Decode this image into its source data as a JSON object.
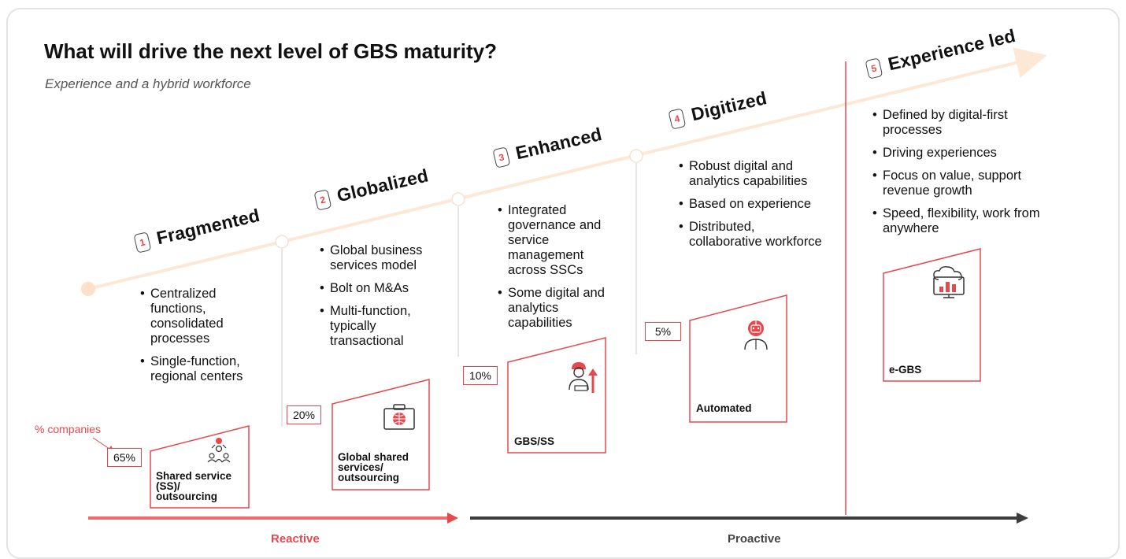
{
  "title": "What will drive the next level of GBS maturity?",
  "subtitle": "Experience and a hybrid workforce",
  "percent_label": "% companies",
  "colors": {
    "accent": "#e5484d",
    "trend_line": "#fde8d6",
    "dark_arrow": "#3d3d3d",
    "text": "#111111"
  },
  "stages": [
    {
      "number": "1",
      "name": "Fragmented",
      "bullets": [
        "Centralized functions, consolidated processes",
        "Single-function, regional centers"
      ],
      "percent": "65%",
      "model_label": "Shared service (SS)/ outsourcing",
      "icon": "people-network-icon"
    },
    {
      "number": "2",
      "name": "Globalized",
      "bullets": [
        "Global business services model",
        "Bolt on M&As",
        "Multi-function, typically transactional"
      ],
      "percent": "20%",
      "model_label": "Global shared services/ outsourcing",
      "icon": "globe-briefcase-icon"
    },
    {
      "number": "3",
      "name": "Enhanced",
      "bullets": [
        "Integrated governance and service management across SSCs",
        "Some digital and analytics capabilities"
      ],
      "percent": "10%",
      "model_label": "GBS/SS",
      "icon": "worker-growth-icon"
    },
    {
      "number": "4",
      "name": "Digitized",
      "bullets": [
        "Robust digital and analytics capabilities",
        "Based on experience",
        "Distributed, collaborative workforce"
      ],
      "percent": "5%",
      "model_label": "Automated",
      "icon": "robot-person-icon"
    },
    {
      "number": "5",
      "name": "Experience led",
      "bullets": [
        "Defined by digital-first processes",
        "Driving experiences",
        "Focus on value, support revenue growth",
        "Speed, flexibility, work from anywhere"
      ],
      "percent": "",
      "model_label": "e-GBS",
      "icon": "cloud-chart-icon"
    }
  ],
  "bottom": {
    "reactive": "Reactive",
    "proactive": "Proactive"
  }
}
